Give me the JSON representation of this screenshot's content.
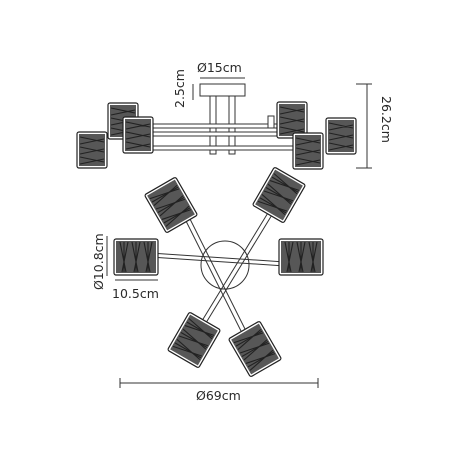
{
  "dimensions": {
    "canopy_diameter": "Ø15cm",
    "canopy_height": "2.5cm",
    "overall_height": "26.2cm",
    "shade_height": "Ø10.8cm",
    "shade_width": "10.5cm",
    "overall_diameter": "Ø69cm"
  }
}
